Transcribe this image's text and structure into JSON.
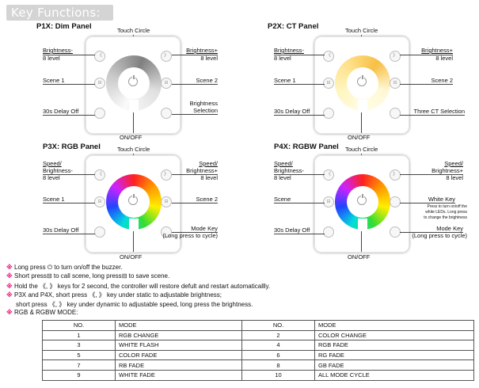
{
  "header": {
    "title": "Key Functions:"
  },
  "panels": {
    "p1x": {
      "title": "P1X: Dim Panel",
      "touch_circle": "Touch Circle",
      "onoff": "ON/OFF",
      "left": [
        "Brightness-",
        "8 level",
        "Scene 1",
        "30s Delay Off"
      ],
      "right": [
        "Brightness+",
        "8 level",
        "Scene 2",
        "Brightness",
        "Selection"
      ]
    },
    "p2x": {
      "title": "P2X: CT Panel",
      "touch_circle": "Touch Circle",
      "onoff": "ON/OFF",
      "left": [
        "Brightness-",
        "8 level",
        "Scene 1",
        "30s Delay Off"
      ],
      "right": [
        "Brightness+",
        "8 level",
        "Scene 2",
        "Three CT Selection"
      ]
    },
    "p3x": {
      "title": "P3X: RGB Panel",
      "touch_circle": "Touch Circle",
      "onoff": "ON/OFF",
      "left": [
        "Speed/",
        "Brightness-",
        "8 level",
        "Scene 1",
        "30s Delay Off"
      ],
      "right": [
        "Speed/",
        "Brightness+",
        "8 level",
        "Scene 2",
        "Mode Key",
        "(Long press to cycle)"
      ]
    },
    "p4x": {
      "title": "P4X: RGBW Panel",
      "touch_circle": "Touch Circle",
      "onoff": "ON/OFF",
      "left": [
        "Speed/",
        "Brightness-",
        "8 level",
        "Scene",
        "30s Delay Off"
      ],
      "right": [
        "Speed/",
        "Brightness+",
        "8 level",
        "White Key",
        "Press to turn on/off the",
        "white LEDs. Long press",
        "to change the brightness",
        "Mode Key",
        "(Long press to cycle)"
      ]
    }
  },
  "notes": [
    "Long press",
    "to turn on/off the buzzer.",
    "Short press",
    "to call scene, long press",
    "to save scene.",
    "Hold the",
    "keys for 2 second, the controller will restore defult and restart automaticallly.",
    "P3X and P4X, short press",
    "key under static to adjustable brightness;",
    "short press",
    "key under dynamic to  adjustable speed, long press the brightness.",
    "RGB & RGBW MODE:"
  ],
  "symbols": {
    "star": "※",
    "power": "⏻",
    "scene": "⊟",
    "left": "《",
    "right": "》",
    "comma": ","
  },
  "table": {
    "headers": [
      "NO.",
      "MODE",
      "NO.",
      "MODE"
    ],
    "rows": [
      [
        "1",
        "RGB CHANGE",
        "2",
        "COLOR  CHANGE"
      ],
      [
        "3",
        "WHITE FLASH",
        "4",
        "RGB FADE"
      ],
      [
        "5",
        "COLOR  FADE",
        "6",
        "RG FADE"
      ],
      [
        "7",
        "RB  FADE",
        "8",
        "GB FADE"
      ],
      [
        "9",
        "WHITE FADE",
        "10",
        "ALL  MODE  CYCLE"
      ]
    ]
  },
  "colors": {
    "accent": "#e8107c",
    "header_bg": "#d4d4d4"
  },
  "icons": [
    "left-arrow-icon",
    "right-arrow-icon",
    "scene-1-icon",
    "scene-2-icon",
    "delay-off-icon",
    "selection-icon",
    "power-icon",
    "mode-icon",
    "white-key-icon"
  ]
}
